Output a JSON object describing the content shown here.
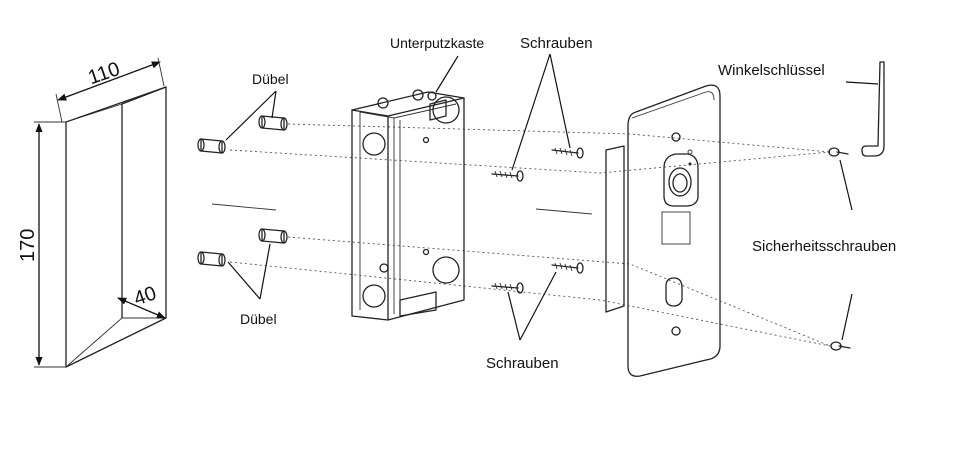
{
  "dimensions": {
    "width": "110",
    "height": "170",
    "depth": "40"
  },
  "labels": {
    "duebel_top": "Dübel",
    "duebel_bottom": "Dübel",
    "unterputzkaste": "Unterputzkaste",
    "schrauben_top": "Schrauben",
    "schrauben_bottom": "Schrauben",
    "winkelschluessel": "Winkelschlüssel",
    "sicherheitsschrauben": "Sicherheitsschrauben"
  }
}
